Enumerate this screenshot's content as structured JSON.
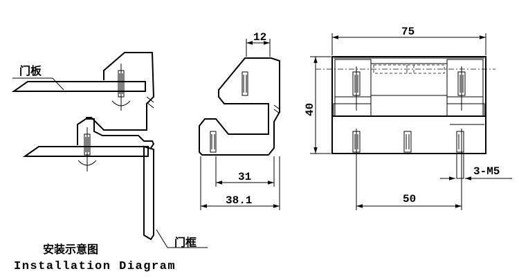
{
  "installation_view": {
    "door_panel_label": "门板",
    "door_frame_label": "门框",
    "caption_zh": "安装示意图",
    "caption_en": "Installation Diagram"
  },
  "side_view": {
    "dim_top": "12",
    "dim_inner_width": "31",
    "dim_overall_width": "38.1"
  },
  "front_view": {
    "dim_width": "75",
    "dim_height": "40",
    "dim_hole_span": "50",
    "hole_callout": "3-M5"
  }
}
